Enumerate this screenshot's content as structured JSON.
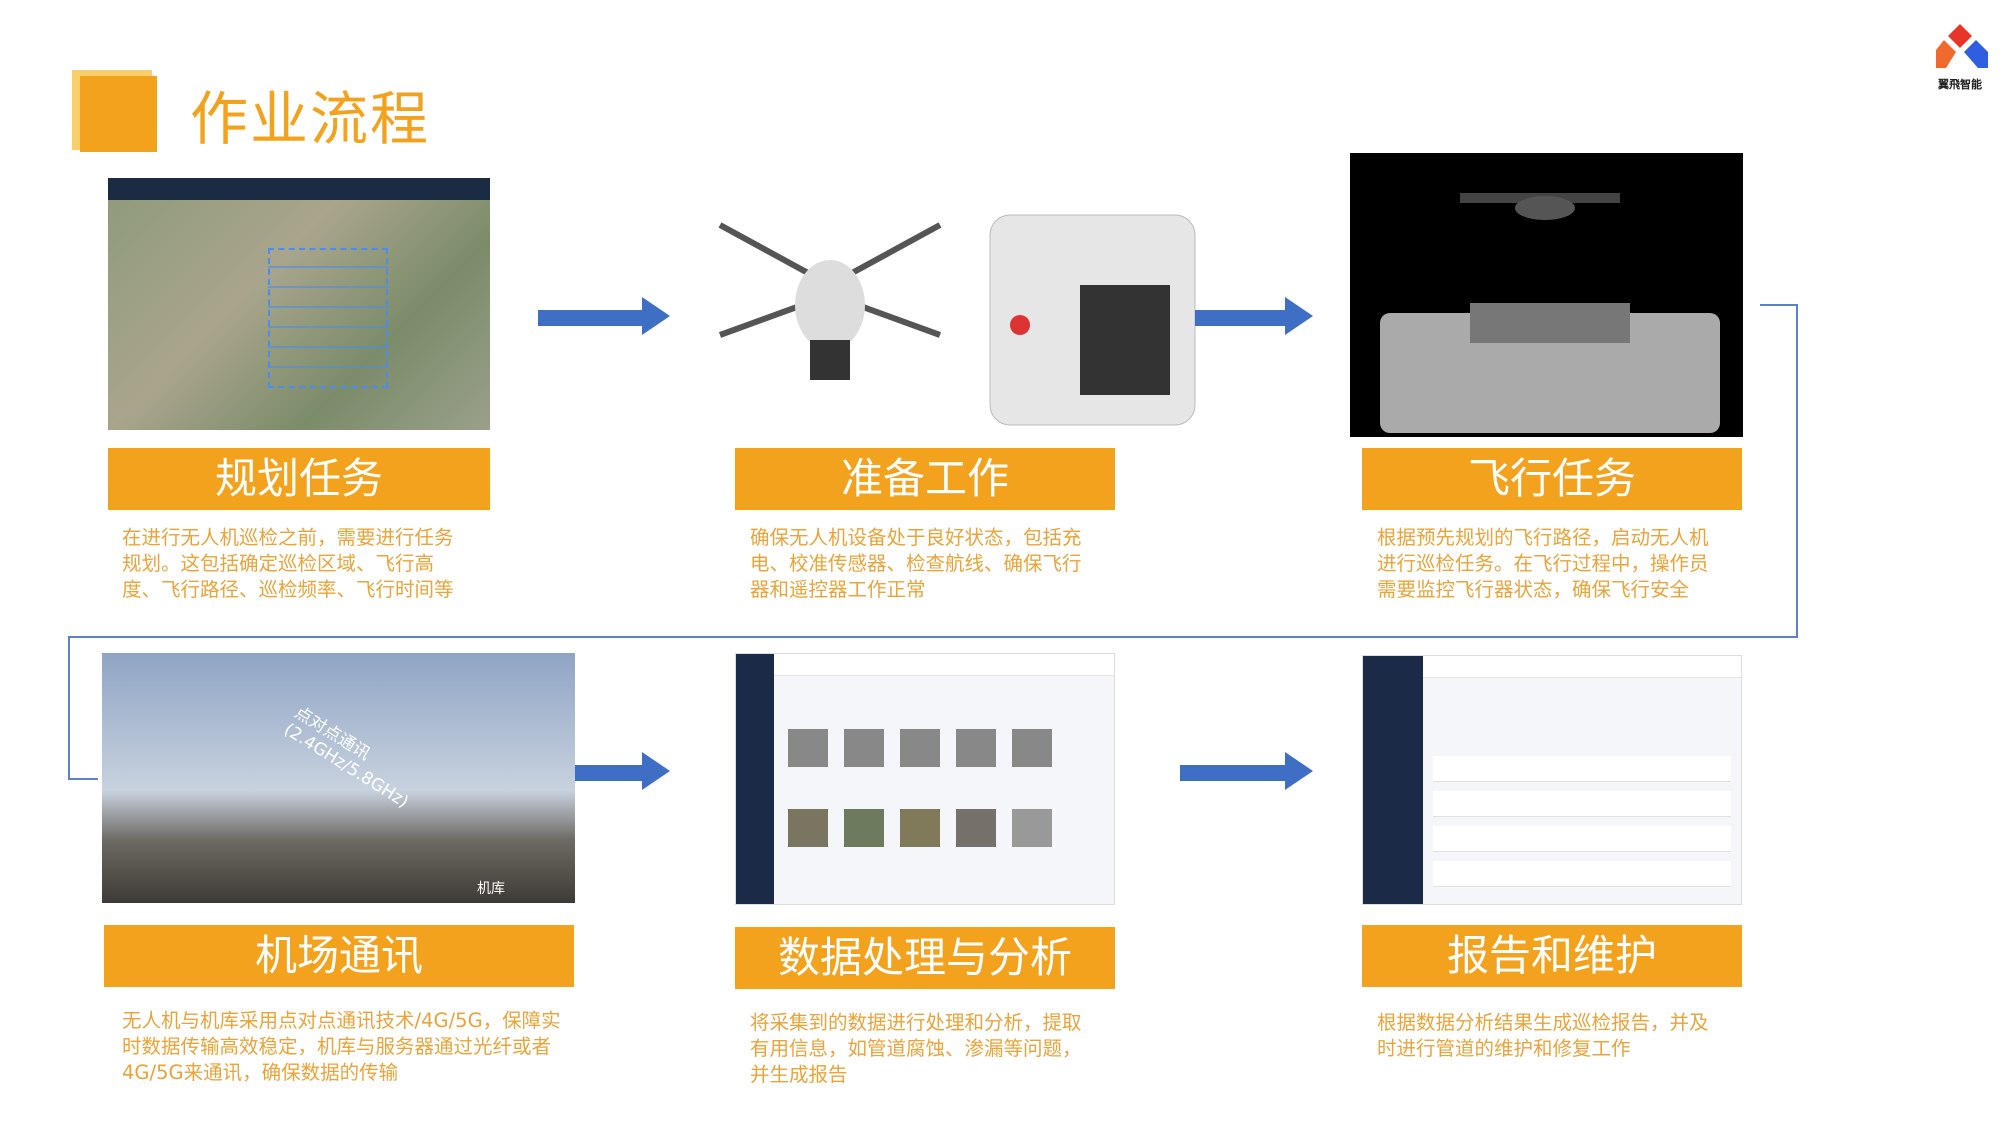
{
  "header": {
    "title": "作业流程",
    "logo_text": "翼飛智能"
  },
  "steps": [
    {
      "label": "规划任务",
      "desc": "在进行无人机巡检之前，需要进行任务规划。这包括确定巡检区域、飞行高度、飞行路径、巡检频率、飞行时间等"
    },
    {
      "label": "准备工作",
      "desc": "确保无人机设备处于良好状态，包括充电、校准传感器、检查航线、确保飞行器和遥控器工作正常"
    },
    {
      "label": "飞行任务",
      "desc": "根据预先规划的飞行路径，启动无人机进行巡检任务。在飞行过程中，操作员需要监控飞行器状态，确保飞行安全"
    },
    {
      "label": "机场通讯",
      "desc": "无人机与机库采用点对点通讯技术/4G/5G，保障实时数据传输高效稳定，机库与服务器通过光纤或者4G/5G来通讯，确保数据的传输",
      "image_caption": "点对点通讯 (2.4GHz/5.8GHz)",
      "image_tag": "机库"
    },
    {
      "label": "数据处理与分析",
      "desc": "将采集到的数据进行处理和分析，提取有用信息，如管道腐蚀、渗漏等问题，并生成报告"
    },
    {
      "label": "报告和维护",
      "desc": "根据数据分析结果生成巡检报告，并及时进行管道的维护和修复工作"
    }
  ],
  "colors": {
    "accent": "#f3a21d",
    "arrow": "#3e6fc4",
    "connector": "#5b82c9"
  }
}
